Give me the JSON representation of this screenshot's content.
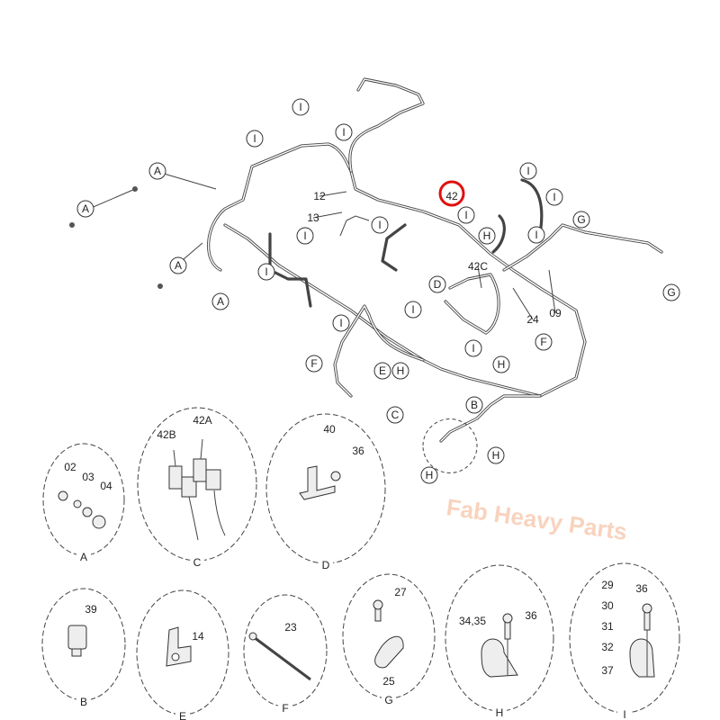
{
  "diagram": {
    "highlighted_callout": "42",
    "highlight_color": "#e01010",
    "watermark": "Fab Heavy Parts",
    "callouts": [
      "I",
      "I",
      "I",
      "42",
      "I",
      "I",
      "12",
      "13",
      "I",
      "I",
      "A",
      "H",
      "I",
      "I",
      "G",
      "I",
      "42C",
      "D",
      "I",
      "I",
      "24",
      "09",
      "G",
      "I",
      "H",
      "F",
      "F",
      "E",
      "H",
      "B",
      "C",
      "H",
      "H",
      "A",
      "A",
      "A"
    ],
    "details": [
      {
        "letter": "A",
        "parts": [
          "02",
          "03",
          "04"
        ]
      },
      {
        "letter": "C",
        "parts": [
          "42B",
          "42A"
        ]
      },
      {
        "letter": "D",
        "parts": [
          "40",
          "36"
        ]
      },
      {
        "letter": "B",
        "parts": [
          "39"
        ]
      },
      {
        "letter": "E",
        "parts": [
          "14"
        ]
      },
      {
        "letter": "F",
        "parts": [
          "23"
        ]
      },
      {
        "letter": "G",
        "parts": [
          "27",
          "25"
        ]
      },
      {
        "letter": "H",
        "parts": [
          "34,35",
          "36"
        ]
      },
      {
        "letter": "I",
        "parts": [
          "29",
          "30",
          "31",
          "32",
          "37",
          "36"
        ]
      }
    ]
  }
}
